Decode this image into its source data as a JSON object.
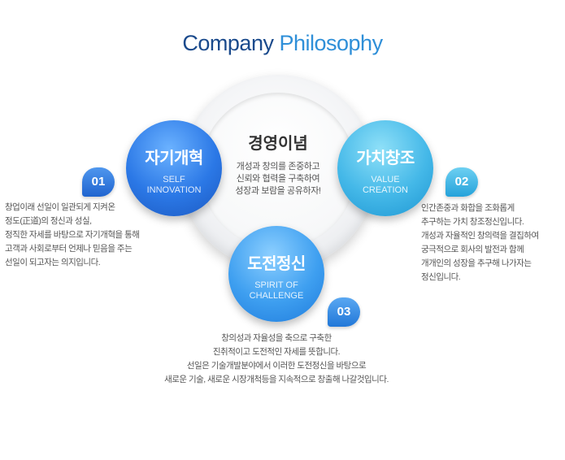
{
  "title": {
    "part1": "Company",
    "part2": "Philosophy"
  },
  "center": {
    "title": "경영이념",
    "lines": [
      "개성과 창의를 존중하고",
      "신뢰와 협력을 구축하여",
      "성장과 보람을 공유하자!"
    ]
  },
  "values": [
    {
      "number": "01",
      "title_ko": "자기개혁",
      "title_en": [
        "SELF",
        "INNOVATION"
      ],
      "color": "#2b78e6",
      "description": [
        "창업이래 선일이 일관되게 지켜온",
        "정도(正道)의 정신과 성실,",
        "정직한 자세를 바탕으로 자기개혁을 통해",
        "고객과 사회로부터 언제나 믿음을 주는",
        "선일이 되고자는 의지입니다."
      ]
    },
    {
      "number": "02",
      "title_ko": "가치창조",
      "title_en": [
        "VALUE",
        "CREATION"
      ],
      "color": "#44b8e8",
      "description": [
        "인간존중과 화합을 조화롭게",
        "추구하는 가치 창조정신입니다.",
        "개성과 자율적인 창의력을 결집하여",
        "궁극적으로 회사의 발전과 함께",
        "개개인의 성장을 추구해 나가자는",
        "정신입니다."
      ]
    },
    {
      "number": "03",
      "title_ko": "도전정신",
      "title_en": [
        "SPIRIT OF",
        "CHALLENGE"
      ],
      "color": "#3e9ff0",
      "description": [
        "창의성과 자율성을 축으로 구축한",
        "진취적이고 도전적인 자세를 뜻합니다.",
        "선일은 기술개발분야에서 이러한 도전정신을 바탕으로",
        "새로운 기술, 새로운 시장개척등을 지속적으로 창출해 나갈것입니다."
      ]
    }
  ]
}
